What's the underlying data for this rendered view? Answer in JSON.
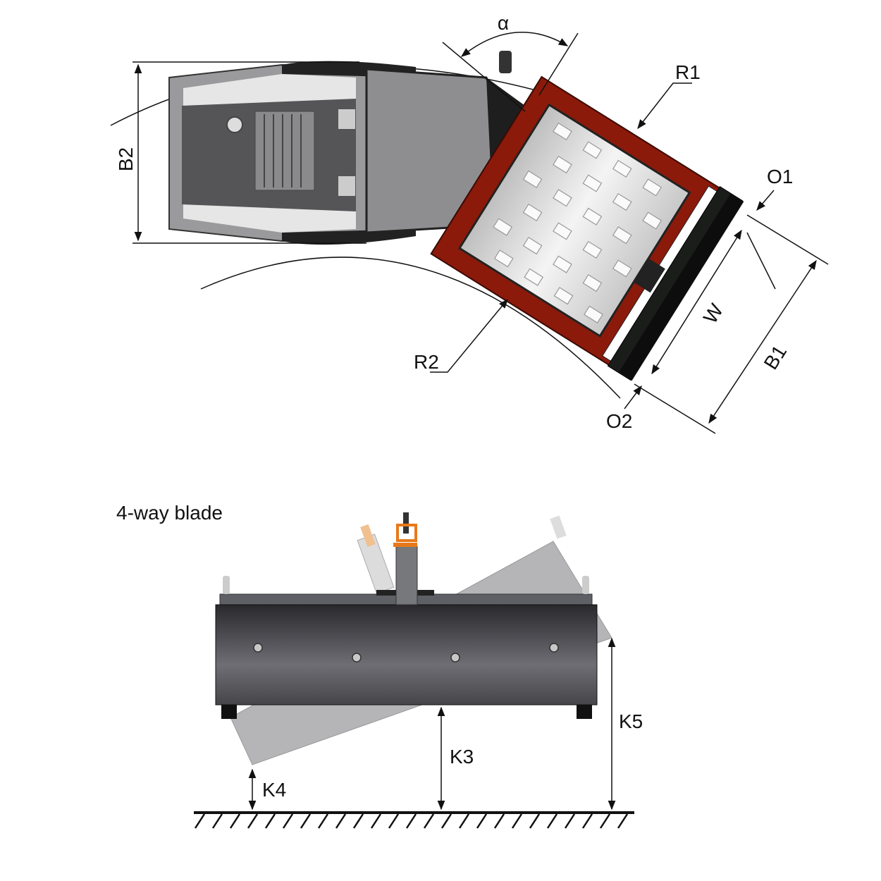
{
  "top_view": {
    "labels": {
      "alpha": "α",
      "r1": "R1",
      "r2": "R2",
      "b1": "B1",
      "b2": "B2",
      "o1": "O1",
      "o2": "O2",
      "w": "W"
    }
  },
  "side_view": {
    "title": "4-way blade",
    "labels": {
      "k3": "K3",
      "k4": "K4",
      "k5": "K5"
    }
  },
  "colors": {
    "frame_red": "#8b1a0a",
    "body_gray": "#8a8a8c",
    "blade_dark": "#3a3a40",
    "accent_orange": "#e8791a"
  }
}
